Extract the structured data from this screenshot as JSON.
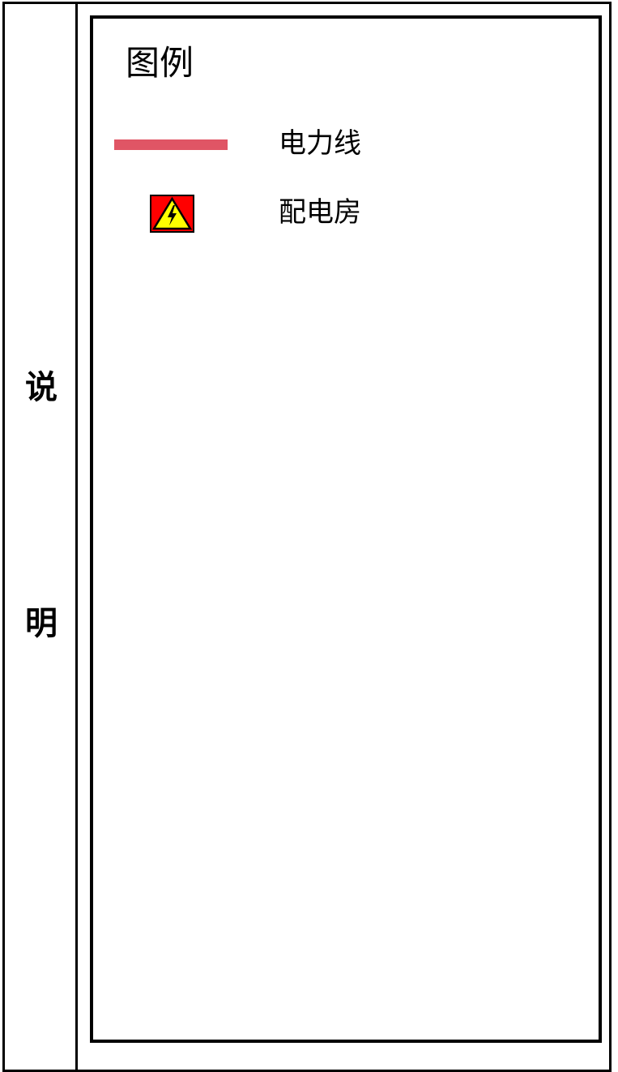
{
  "side_label": {
    "char_1": "说",
    "char_2": "明"
  },
  "legend": {
    "title": "图例",
    "items": [
      {
        "label": "电力线",
        "symbol": "line",
        "color": "#e05565"
      },
      {
        "label": "配电房",
        "symbol": "electrical-hazard-warning-icon",
        "background_color": "#ff0000",
        "triangle_color": "#ffff00"
      }
    ]
  }
}
